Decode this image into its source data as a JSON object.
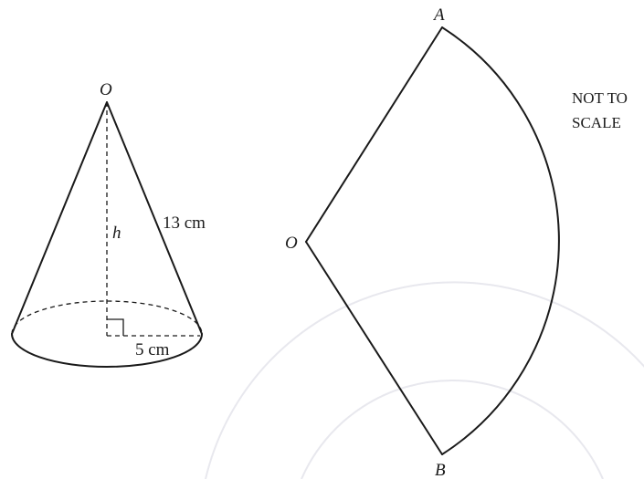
{
  "cone": {
    "apex_label": "O",
    "height_label": "h",
    "slant_label": "13 cm",
    "radius_label": "5 cm"
  },
  "sector": {
    "center_label": "O",
    "point_a_label": "A",
    "point_b_label": "B"
  },
  "note": {
    "line1": "NOT TO",
    "line2": "SCALE"
  }
}
